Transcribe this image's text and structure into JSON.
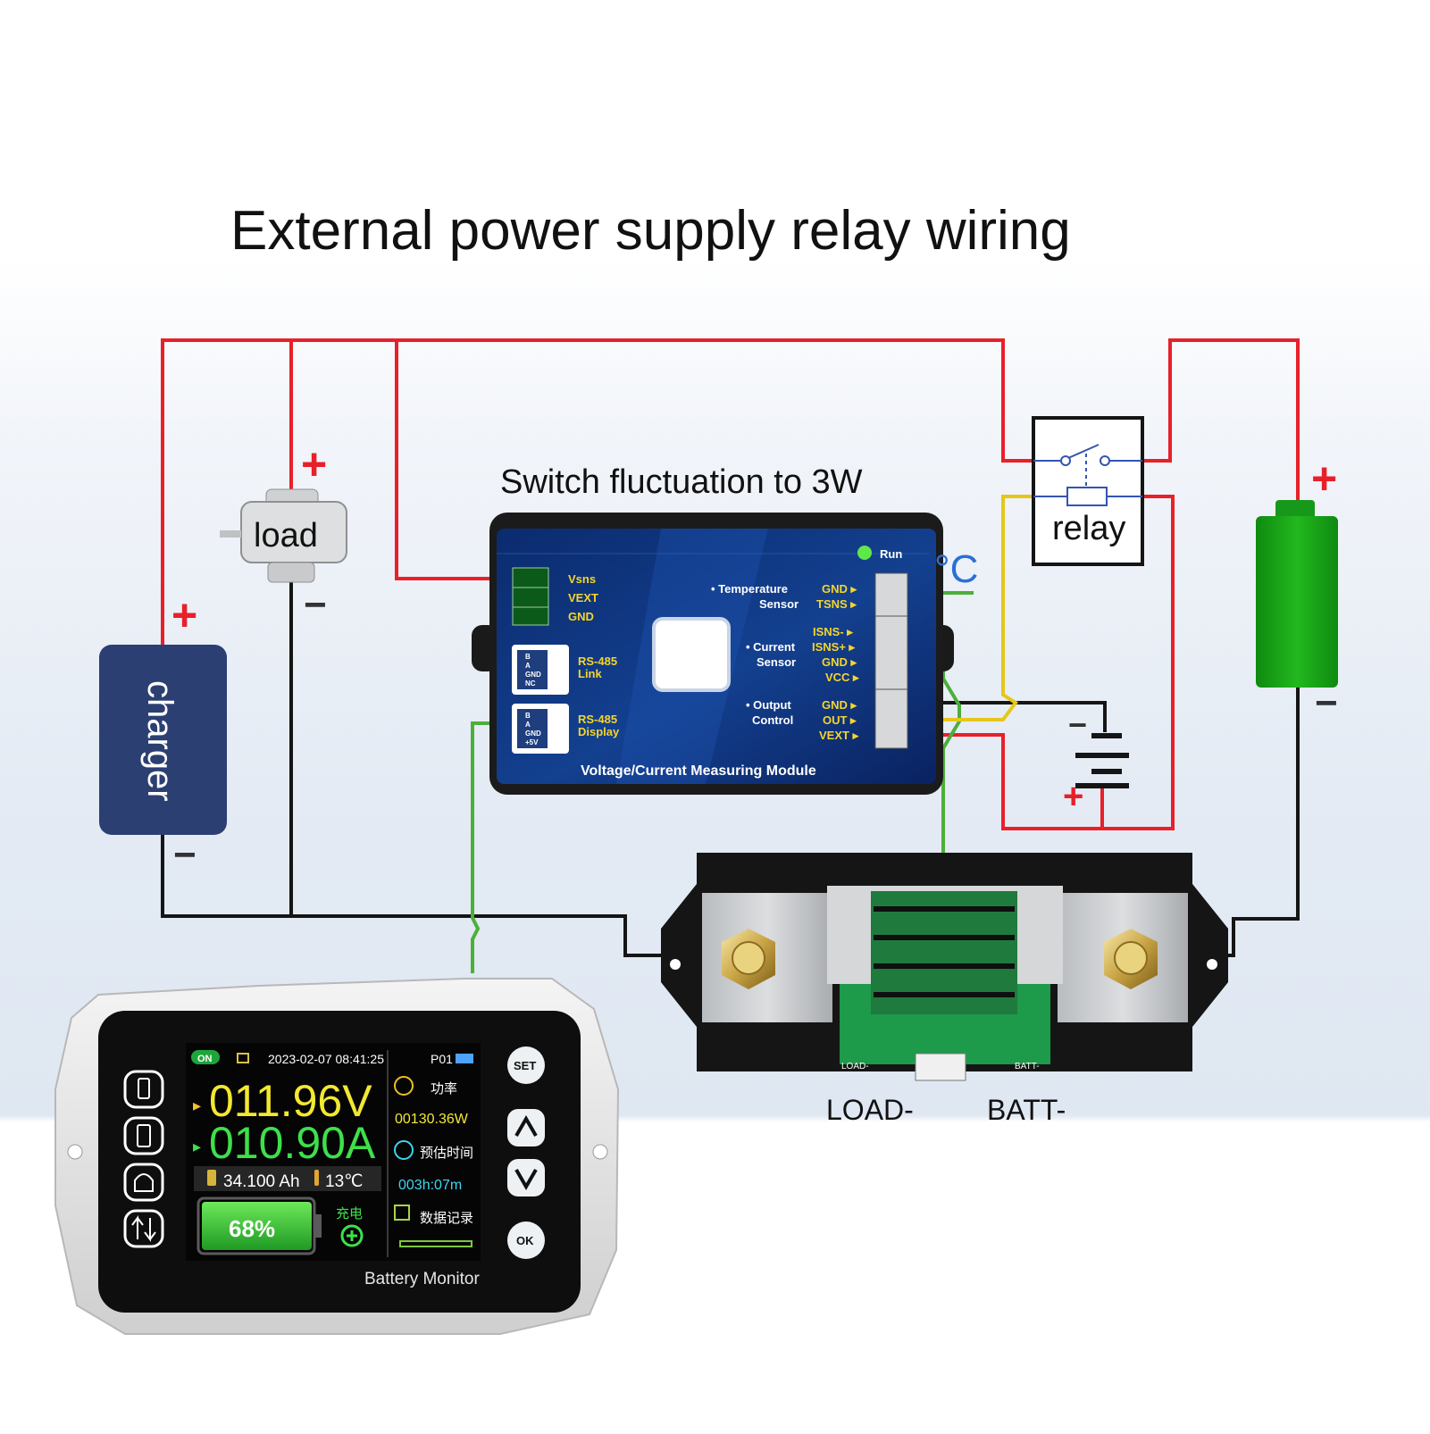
{
  "title": "External power supply relay wiring",
  "annotation": "Switch fluctuation to 3W",
  "components": {
    "load": "load",
    "charger": "charger",
    "relay": "relay",
    "celsius": "°C",
    "plus": "+",
    "minus": "−"
  },
  "module": {
    "run": "Run",
    "vsns": "Vsns",
    "vext": "VEXT",
    "gnd": "GND",
    "rs485_link_1": "RS-485",
    "rs485_link_2": "Link",
    "rs485_display_1": "RS-485",
    "rs485_display_2": "Display",
    "temp_1": "• Temperature",
    "temp_2": "Sensor",
    "cur_1": "• Current",
    "cur_2": "Sensor",
    "out_1": "• Output",
    "out_2": "Control",
    "pin_gnd1": "GND ▸",
    "pin_tsns": "TSNS ▸",
    "pin_isns_neg": "ISNS- ▸",
    "pin_isns_pos": "ISNS+ ▸",
    "pin_gnd2": "GND ▸",
    "pin_vcc": "VCC ▸",
    "pin_gnd3": "GND ▸",
    "pin_out": "OUT ▸",
    "pin_vext": "VEXT ▸",
    "footer": "Voltage/Current Measuring Module",
    "rj_b": "B",
    "rj_a": "A",
    "rj_gnd": "GND",
    "rj_nc": "NC",
    "rj_5v": "+5V"
  },
  "shunt": {
    "load_label": "LOAD-",
    "batt_label": "BATT-",
    "pcb_load": "LOAD-",
    "pcb_batt": "BATT-"
  },
  "monitor": {
    "on_badge": "ON",
    "datetime": "2023-02-07   08:41:25",
    "profile": "P01",
    "voltage": "011.96V",
    "current": "010.90A",
    "capacity": "34.100 Ah",
    "temperature": "13℃",
    "battery_percent": "68%",
    "battery_level": 0.68,
    "charging_label": "充电",
    "power_label": "功率",
    "power_value": "00130.36W",
    "time_label": "预估时间",
    "time_value": "003h:07m",
    "record_label": "数据记录",
    "btn_set": "SET",
    "btn_ok": "OK",
    "brand": "Battery Monitor"
  },
  "colors": {
    "positive_wire": "#e8202a",
    "negative_wire": "#151515",
    "signal_wire": "#4caf3a",
    "control_wire": "#e6c619",
    "voltage_text": "#f2e830",
    "current_text": "#3ee04a",
    "power_text": "#f2e830",
    "time_text": "#3bd6f2",
    "battery_green": "#1ca01c",
    "charger_blue": "#2c3f72"
  }
}
